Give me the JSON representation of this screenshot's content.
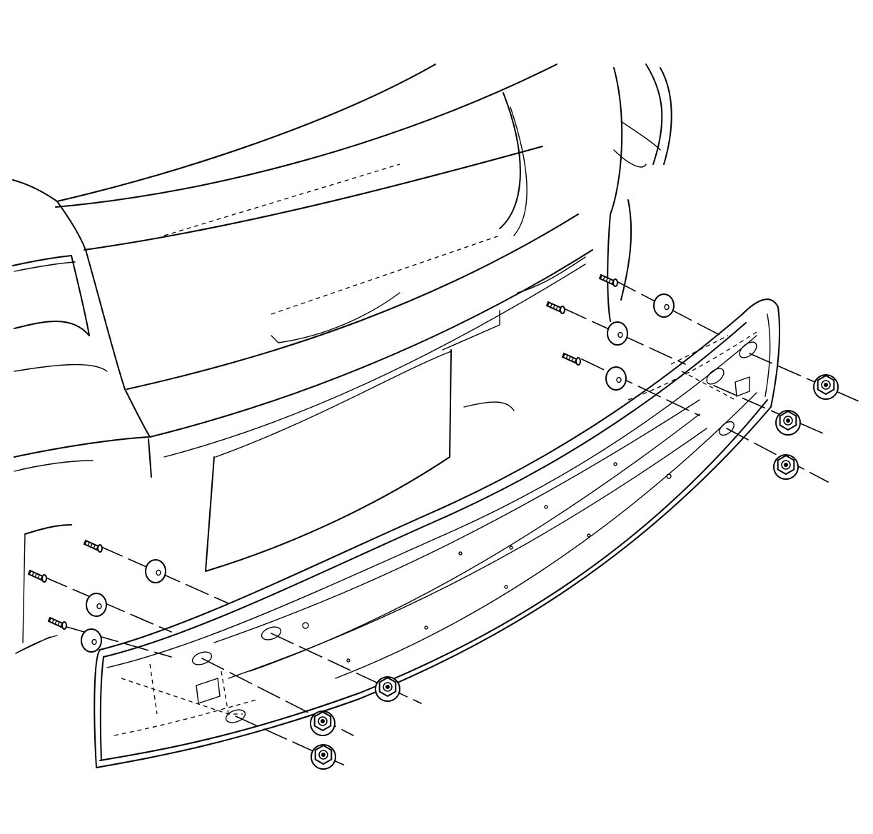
{
  "figure": {
    "colors": {
      "line": "#000000",
      "background": "#ffffff"
    },
    "parts": [
      "vehicle-rear-body",
      "license-plate-pocket",
      "rear-bumper-impact-bar",
      "bolt",
      "washer",
      "flange-nut"
    ]
  }
}
